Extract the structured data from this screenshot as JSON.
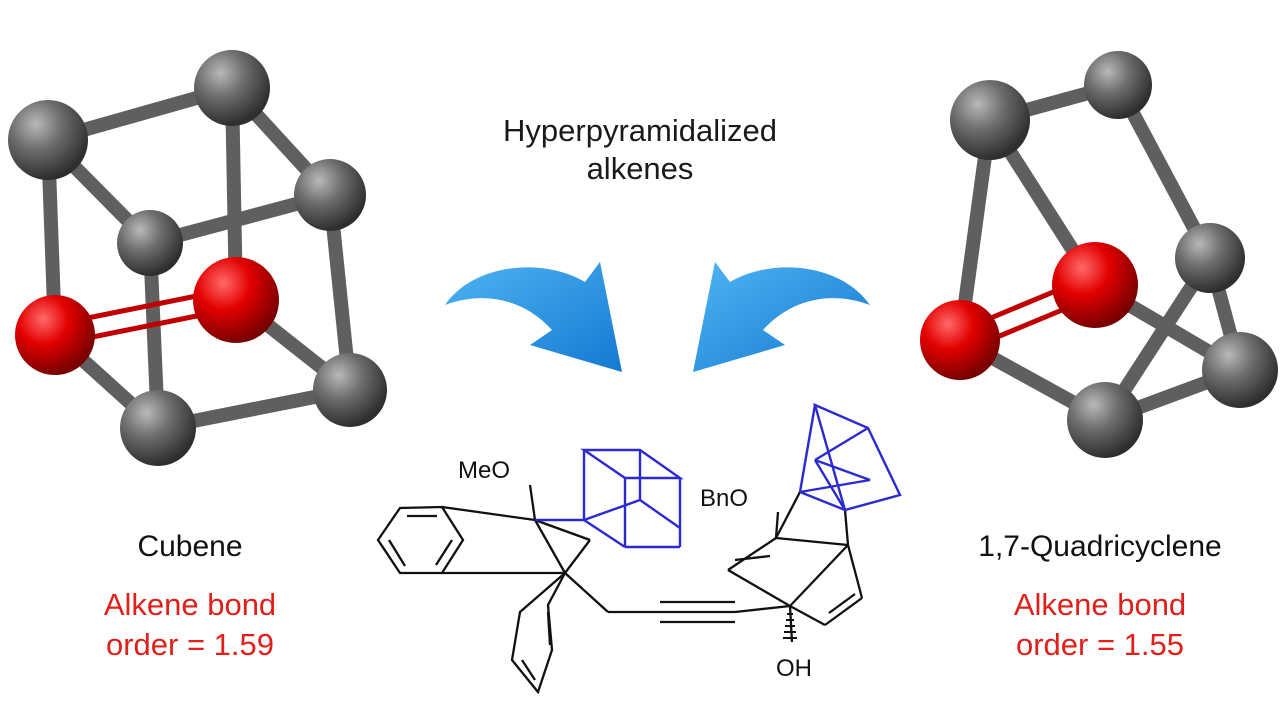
{
  "title": {
    "line1": "Hyperpyramidalized",
    "line2": "alkenes"
  },
  "left_model": {
    "name": "Cubene",
    "property_line1": "Alkene bond",
    "property_line2": "order = 1.59"
  },
  "right_model": {
    "name": "1,7-Quadricyclene",
    "property_line1": "Alkene bond",
    "property_line2": "order = 1.55"
  },
  "structure_labels": {
    "methoxy": "MeO",
    "benzyloxy": "BnO",
    "hydroxyl": "OH"
  },
  "colors": {
    "carbon_atom": "#5a5a5a",
    "alkene_atom": "#e00000",
    "arrow": "#1e8fe0",
    "cage_highlight": "#2a2ad0",
    "property_text": "#e0201b"
  }
}
